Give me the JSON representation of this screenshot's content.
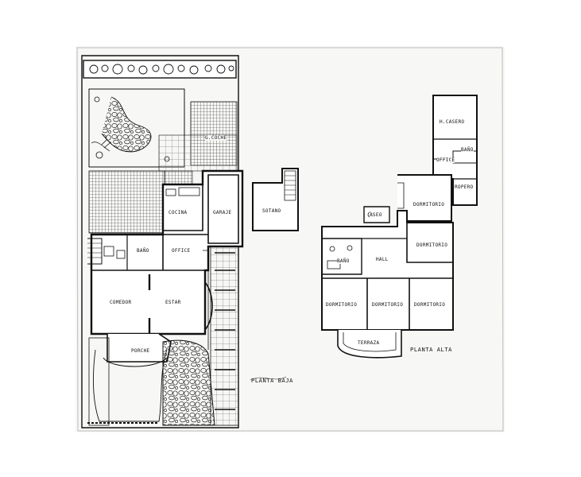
{
  "plans": {
    "ground_floor": {
      "caption": "PLANTA BAJA",
      "rooms": {
        "garden": "G.COCHE",
        "kitchen": "COCINA",
        "garage": "GARAJE",
        "bath": "BAÑO",
        "office": "OFFICE",
        "dining": "COMEDOR",
        "living": "ESTAR",
        "porch": "PORCHE"
      }
    },
    "basement": {
      "rooms": {
        "cellar": "SOTANO"
      }
    },
    "upper_floor": {
      "caption": "PLANTA ALTA",
      "rooms": {
        "guard": "H.CASERO",
        "office": "OFFICE",
        "bath_small": "BAÑO",
        "storage": "ROPERO",
        "bedroom_top": "DORMITORIO",
        "wc": "ASEO",
        "bedroom_right": "DORMITORIO",
        "bath": "BAÑO",
        "hall": "HALL",
        "bedroom_1": "DORMITORIO",
        "bedroom_2": "DORMITORIO",
        "bedroom_3": "DORMITORIO",
        "terrace": "TERRAZA"
      }
    }
  }
}
